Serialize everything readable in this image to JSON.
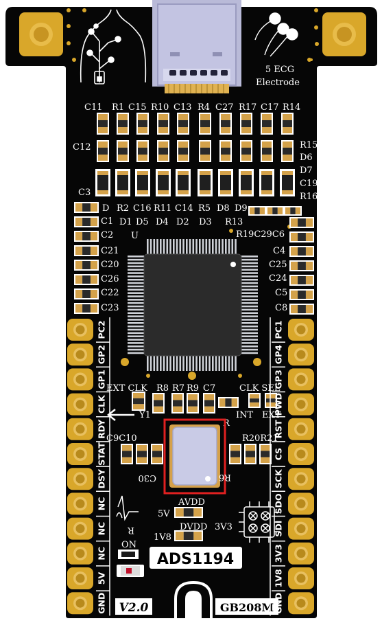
{
  "board": {
    "chip_name": "ADS1194",
    "version": "V2.0",
    "board_code": "GB208M",
    "electrode_text": [
      "5 ECG",
      "Electrode"
    ],
    "u_label": "U",
    "y1_label": "Y1",
    "r_label": "R",
    "r6_label": "R6",
    "c30_label": "C30",
    "on_label": "ON",
    "clk_sel": "CLK SEL",
    "ext_clk": "EXT CLK",
    "int_label": "INT",
    "ext_label": "EXT",
    "avdd": "AVDD",
    "dvdd": "DVDD",
    "v5": "5V",
    "v3v3": "3V3",
    "v1v8": "1V8",
    "top_labels": [
      "C11",
      "R1",
      "C15",
      "R10",
      "C13",
      "R4",
      "C27",
      "R17",
      "C17",
      "R14"
    ],
    "right_top_labels": [
      "R15",
      "D6",
      "D7",
      "C19",
      "R16"
    ],
    "c12": "C12",
    "c3": "C3",
    "row2_labels": [
      "R2",
      "C16",
      "R11",
      "C14",
      "R5",
      "D8",
      "D9"
    ],
    "row2_first": "D",
    "row3_labels": [
      "D1",
      "D5",
      "D4",
      "D2",
      "D3"
    ],
    "r13": "R13",
    "r19c29c6": "R19C29C6",
    "left_c_labels": [
      "C1",
      "C2",
      "C21",
      "C20",
      "C26",
      "C22",
      "C23"
    ],
    "right_c_labels": [
      "C4",
      "C25",
      "C24",
      "C5",
      "C8"
    ],
    "mid_labels": [
      "R8",
      "R7",
      "R9",
      "C7"
    ],
    "c9c10": "C9C10",
    "r20r21": "R20R21",
    "left_pins": [
      "PC2",
      "GP2",
      "GP1",
      "CLK",
      "RDY",
      "STAT",
      "DSY",
      "NC",
      "NC",
      "NC",
      "5V",
      "GND"
    ],
    "right_pins": [
      "PC1",
      "GP4",
      "GP3",
      "PWD",
      "RST",
      "CS",
      "SCK",
      "SDO",
      "SDI",
      "3V3",
      "1V8",
      "GND"
    ],
    "colors": {
      "pcb": "#060606",
      "gold": "#d9a72a",
      "copper_pad": "#d4a24a",
      "chip": "#2d2d2d",
      "usb": "#bfc1de",
      "highlight": "#e02020"
    }
  }
}
